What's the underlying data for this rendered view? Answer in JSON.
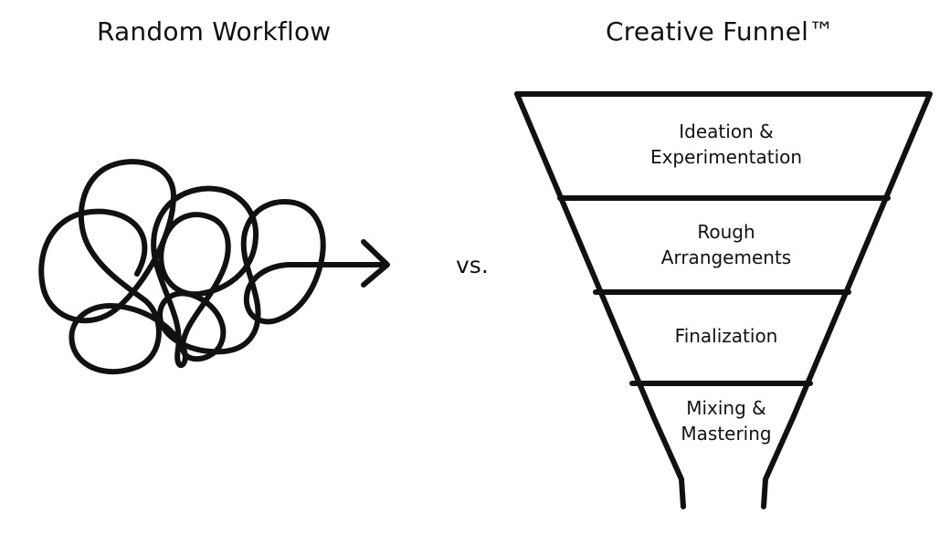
{
  "left_title": "Random Workflow",
  "right_title": "Creative Funnel™",
  "vs_label": "vs.",
  "stages": [
    {
      "line1": "Ideation &",
      "line2": "Experimentation"
    },
    {
      "line1": "Rough",
      "line2": "Arrangements"
    },
    {
      "line1": "Finalization",
      "line2": ""
    },
    {
      "line1": "Mixing &",
      "line2": "Mastering"
    }
  ],
  "icons": [
    "tangled-scribble-arrow-icon",
    "funnel-icon"
  ],
  "colors": {
    "ink": "#111111",
    "background": "#ffffff"
  }
}
